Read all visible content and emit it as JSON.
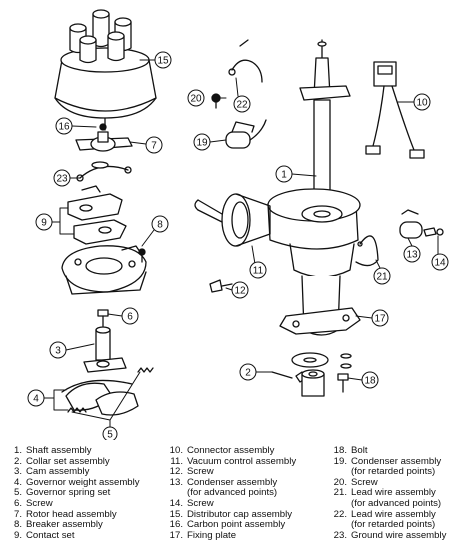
{
  "legend": {
    "col1": [
      {
        "num": "1.",
        "label": "Shaft assembly"
      },
      {
        "num": "2.",
        "label": "Collar set assembly"
      },
      {
        "num": "3.",
        "label": "Cam assembly"
      },
      {
        "num": "4.",
        "label": "Governor weight assembly"
      },
      {
        "num": "5.",
        "label": "Governor spring set"
      },
      {
        "num": "6.",
        "label": "Screw"
      },
      {
        "num": "7.",
        "label": "Rotor head assembly"
      },
      {
        "num": "8.",
        "label": "Breaker assembly"
      },
      {
        "num": "9.",
        "label": "Contact set"
      }
    ],
    "col2": [
      {
        "num": "10.",
        "label": "Connector assembly",
        "sub": ""
      },
      {
        "num": "11.",
        "label": "Vacuum control assembly",
        "sub": ""
      },
      {
        "num": "12.",
        "label": "Screw",
        "sub": ""
      },
      {
        "num": "13.",
        "label": "Condenser assembly",
        "sub": "(for advanced points)"
      },
      {
        "num": "14.",
        "label": "Screw",
        "sub": ""
      },
      {
        "num": "15.",
        "label": "Distributor cap assembly",
        "sub": ""
      },
      {
        "num": "16.",
        "label": "Carbon point assembly",
        "sub": ""
      },
      {
        "num": "17.",
        "label": "Fixing plate",
        "sub": ""
      }
    ],
    "col3": [
      {
        "num": "18.",
        "label": "Bolt",
        "sub": ""
      },
      {
        "num": "19.",
        "label": "Condenser assembly",
        "sub": "(for retarded points)"
      },
      {
        "num": "20.",
        "label": "Screw",
        "sub": ""
      },
      {
        "num": "21.",
        "label": "Lead wire assembly",
        "sub": "(for advanced points)"
      },
      {
        "num": "22.",
        "label": "Lead wire assembly",
        "sub": "(for retarded points)"
      },
      {
        "num": "23.",
        "label": "Ground wire assembly",
        "sub": ""
      }
    ]
  },
  "callouts": [
    "1",
    "2",
    "3",
    "4",
    "5",
    "6",
    "7",
    "8",
    "9",
    "10",
    "11",
    "12",
    "13",
    "14",
    "15",
    "16",
    "17",
    "18",
    "19",
    "20",
    "21",
    "22",
    "23"
  ]
}
